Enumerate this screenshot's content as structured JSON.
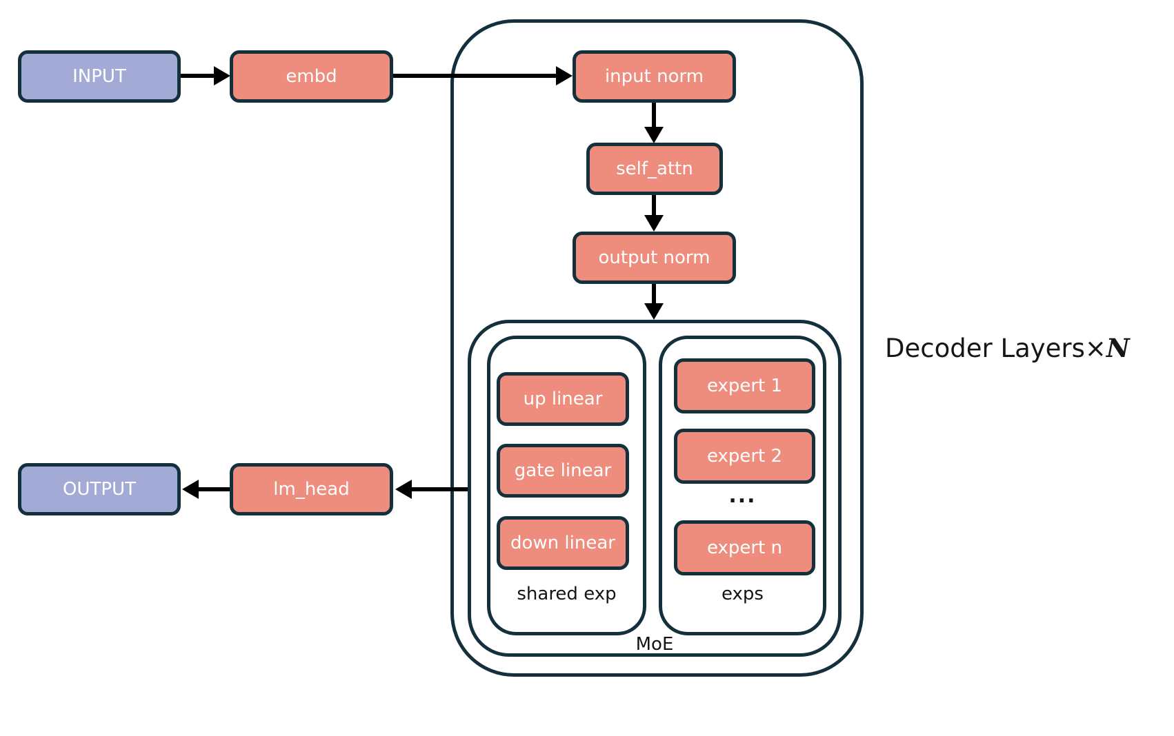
{
  "diagram": {
    "title_annotation": {
      "prefix": "Decoder Layers×",
      "n": "N"
    },
    "nodes": {
      "input": {
        "label": "INPUT"
      },
      "embd": {
        "label": "embd"
      },
      "input_norm": {
        "label": "input norm"
      },
      "self_attn": {
        "label": "self_attn"
      },
      "output_norm": {
        "label": "output norm"
      },
      "up_linear": {
        "label": "up linear"
      },
      "gate_linear": {
        "label": "gate linear"
      },
      "down_linear": {
        "label": "down linear"
      },
      "expert_1": {
        "label": "expert 1"
      },
      "expert_2": {
        "label": "expert 2"
      },
      "expert_ellipsis": {
        "label": "..."
      },
      "expert_n": {
        "label": "expert n"
      },
      "lm_head": {
        "label": "lm_head"
      },
      "output": {
        "label": "OUTPUT"
      }
    },
    "groups": {
      "shared_exp": {
        "label": "shared exp"
      },
      "exps": {
        "label": "exps"
      },
      "moe": {
        "label": "MoE"
      }
    },
    "colors": {
      "background": "#ffffff",
      "node_fill": "#ee8d7d",
      "io_fill": "#a3aad6",
      "border": "#14303c",
      "arrow": "#000000"
    }
  }
}
